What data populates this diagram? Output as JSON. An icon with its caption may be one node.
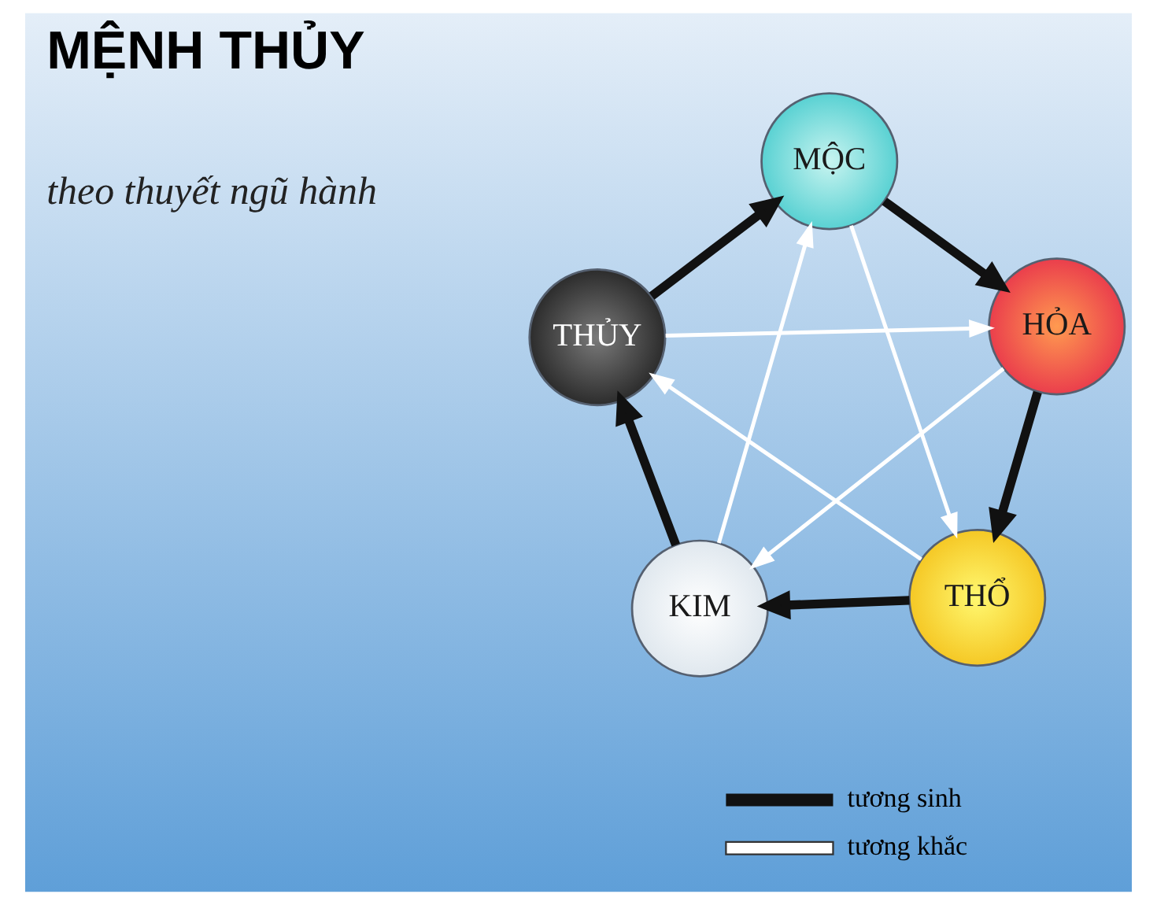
{
  "diagram": {
    "title": "MỆNH THỦY",
    "nodes": [
      {
        "text": [
          "MỘC"
        ]
      },
      {
        "text": [
          "THỦY"
        ]
      },
      {
        "text": [
          "HỎA"
        ]
      },
      {
        "text": [
          "KIM"
        ]
      },
      {
        "text": [
          "THỔ"
        ]
      }
    ],
    "edges": [
      {
        "from": 0,
        "to": 2,
        "arrow": "to",
        "style": "thick"
      },
      {
        "from": 2,
        "to": 4,
        "arrow": "to",
        "style": "thick"
      },
      {
        "from": 4,
        "to": 3,
        "arrow": "to",
        "style": "thick"
      },
      {
        "from": 3,
        "to": 1,
        "arrow": "to",
        "style": "thick"
      },
      {
        "from": 1,
        "to": 0,
        "arrow": "to",
        "style": "thick"
      },
      {
        "from": 1,
        "to": 2,
        "arrow": "to",
        "color": "#ffffff"
      },
      {
        "from": 2,
        "to": 3,
        "arrow": "to",
        "color": "#ffffff"
      },
      {
        "from": 3,
        "to": 0,
        "arrow": "to",
        "color": "#ffffff"
      },
      {
        "from": 0,
        "to": 4,
        "arrow": "to",
        "color": "#ffffff"
      },
      {
        "from": 4,
        "to": 1,
        "arrow": "to",
        "color": "#ffffff"
      }
    ],
    "labels": [
      "theo thuyết ngũ hành"
    ],
    "legend": [
      {
        "text": "tương sinh"
      },
      {
        "text": "tương khắc"
      }
    ]
  }
}
